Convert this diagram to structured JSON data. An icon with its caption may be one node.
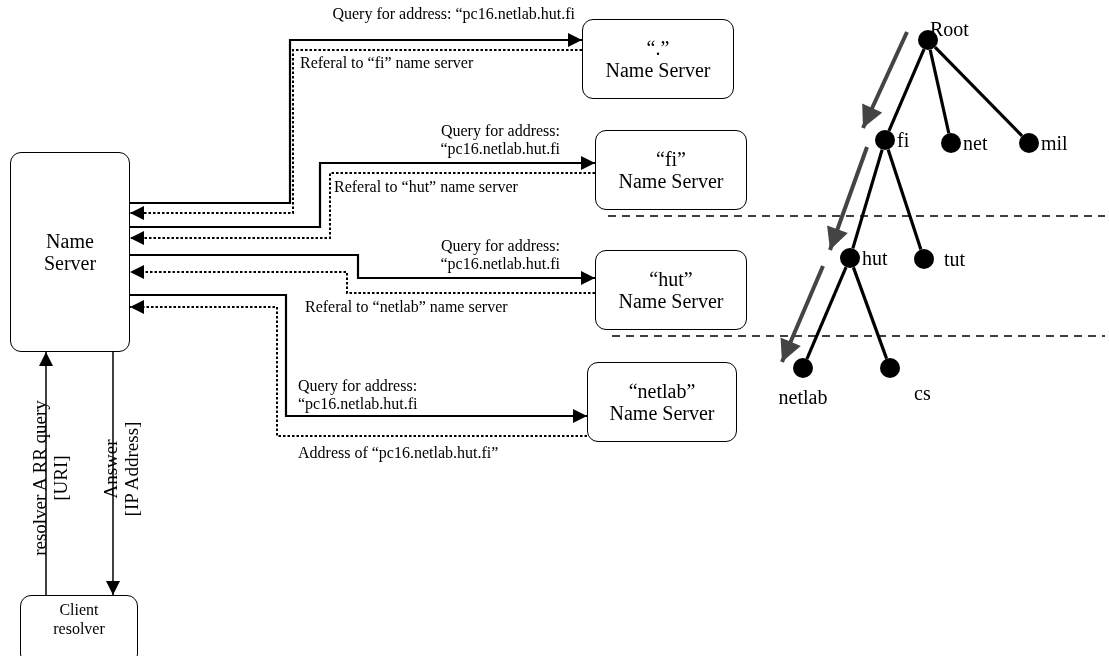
{
  "diagram": {
    "nodes": [
      {
        "text": [
          "Name Server"
        ]
      },
      {
        "text": [
          "“.” Name Server"
        ]
      },
      {
        "text": [
          "“fi” Name Server"
        ]
      },
      {
        "text": [
          "“hut” Name Server"
        ]
      },
      {
        "text": [
          "“netlab” Name Server"
        ]
      },
      {
        "text": [
          "Root"
        ]
      },
      {
        "text": [
          "fi"
        ]
      },
      {
        "text": [
          "net"
        ]
      },
      {
        "text": [
          "mil"
        ]
      },
      {
        "text": [
          "hut"
        ]
      },
      {
        "text": [
          "tut"
        ]
      },
      {
        "text": [
          "netlab"
        ]
      },
      {
        "text": [
          "cs"
        ]
      },
      {
        "text": [
          "Client resolver"
        ]
      }
    ],
    "edges": [
      {
        "from": 0,
        "to": 1,
        "arrow": "to",
        "label": "Query for address: “pc16.netlab.hut.fi"
      },
      {
        "from": 1,
        "to": 0,
        "arrow": "to",
        "label": "Referal to “fi” name server",
        "style": "dashed"
      },
      {
        "from": 0,
        "to": 2,
        "arrow": "to",
        "label": "Query for address: “pc16.netlab.hut.fi"
      },
      {
        "from": 2,
        "to": 0,
        "arrow": "to",
        "label": "Referal to “hut” name server",
        "style": "dashed"
      },
      {
        "from": 0,
        "to": 3,
        "arrow": "to",
        "label": "Query for address: “pc16.netlab.hut.fi"
      },
      {
        "from": 3,
        "to": 0,
        "arrow": "to",
        "label": "Referal to “netlab” name server",
        "style": "dashed"
      },
      {
        "from": 0,
        "to": 4,
        "arrow": "to",
        "label": "Query for address: “pc16.netlab.hut.fi"
      },
      {
        "from": 4,
        "to": 0,
        "arrow": "to",
        "label": "Address of “pc16.netlab.hut.fi”",
        "style": "dashed"
      },
      {
        "from": 13,
        "to": 0,
        "arrow": "to",
        "label": "resolver A RR query [URI]"
      },
      {
        "from": 0,
        "to": 13,
        "arrow": "to",
        "label": "Answer [IP Address]"
      },
      {
        "from": 5,
        "to": 6,
        "arrow": "none"
      },
      {
        "from": 5,
        "to": 7,
        "arrow": "none"
      },
      {
        "from": 5,
        "to": 8,
        "arrow": "none"
      },
      {
        "from": 6,
        "to": 9,
        "arrow": "none"
      },
      {
        "from": 6,
        "to": 10,
        "arrow": "none"
      },
      {
        "from": 9,
        "to": 11,
        "arrow": "none"
      },
      {
        "from": 9,
        "to": 12,
        "arrow": "none"
      }
    ]
  }
}
